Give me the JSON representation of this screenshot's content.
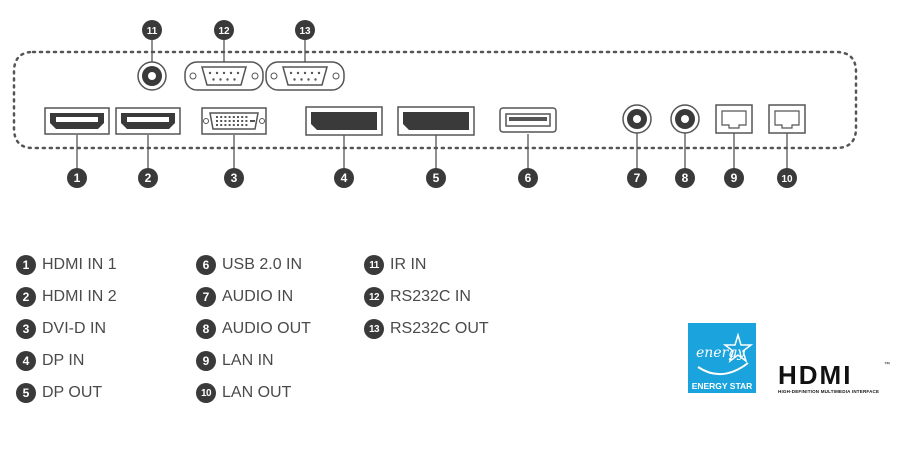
{
  "ports_top": [
    {
      "num": "11",
      "label": "IR IN",
      "kind": "jack"
    },
    {
      "num": "12",
      "label": "RS232C IN",
      "kind": "dsub"
    },
    {
      "num": "13",
      "label": "RS232C OUT",
      "kind": "dsub"
    }
  ],
  "ports_bottom": [
    {
      "num": "1",
      "label": "HDMI IN 1",
      "kind": "hdmi"
    },
    {
      "num": "2",
      "label": "HDMI IN 2",
      "kind": "hdmi"
    },
    {
      "num": "3",
      "label": "DVI-D IN",
      "kind": "dvi"
    },
    {
      "num": "4",
      "label": "DP IN",
      "kind": "dp"
    },
    {
      "num": "5",
      "label": "DP OUT",
      "kind": "dp"
    },
    {
      "num": "6",
      "label": "USB 2.0 IN",
      "kind": "usb"
    },
    {
      "num": "7",
      "label": "AUDIO IN",
      "kind": "jack"
    },
    {
      "num": "8",
      "label": "AUDIO OUT",
      "kind": "jack"
    },
    {
      "num": "9",
      "label": "LAN IN",
      "kind": "lan"
    },
    {
      "num": "10",
      "label": "LAN OUT",
      "kind": "lan"
    }
  ],
  "legend": {
    "col1": [
      {
        "num": "1",
        "label": "HDMI IN 1"
      },
      {
        "num": "2",
        "label": "HDMI IN 2"
      },
      {
        "num": "3",
        "label": "DVI-D IN"
      },
      {
        "num": "4",
        "label": "DP IN"
      },
      {
        "num": "5",
        "label": "DP OUT"
      }
    ],
    "col2": [
      {
        "num": "6",
        "label": "USB 2.0 IN"
      },
      {
        "num": "7",
        "label": "AUDIO IN"
      },
      {
        "num": "8",
        "label": "AUDIO OUT"
      },
      {
        "num": "9",
        "label": "LAN IN"
      },
      {
        "num": "10",
        "label": "LAN OUT"
      }
    ],
    "col3": [
      {
        "num": "11",
        "label": "IR IN"
      },
      {
        "num": "12",
        "label": "RS232C IN"
      },
      {
        "num": "13",
        "label": "RS232C OUT"
      }
    ]
  },
  "logos": {
    "energy_star_label": "ENERGY STAR",
    "energy_star_script": "energy",
    "hdmi_word": "HDMI",
    "hdmi_tm": "™",
    "hdmi_subtitle": "HIGH-DEFINITION MULTIMEDIA INTERFACE"
  },
  "colors": {
    "badge": "#3a3a3a",
    "outline": "#555555",
    "energy_star_blue": "#1aa3dc"
  }
}
